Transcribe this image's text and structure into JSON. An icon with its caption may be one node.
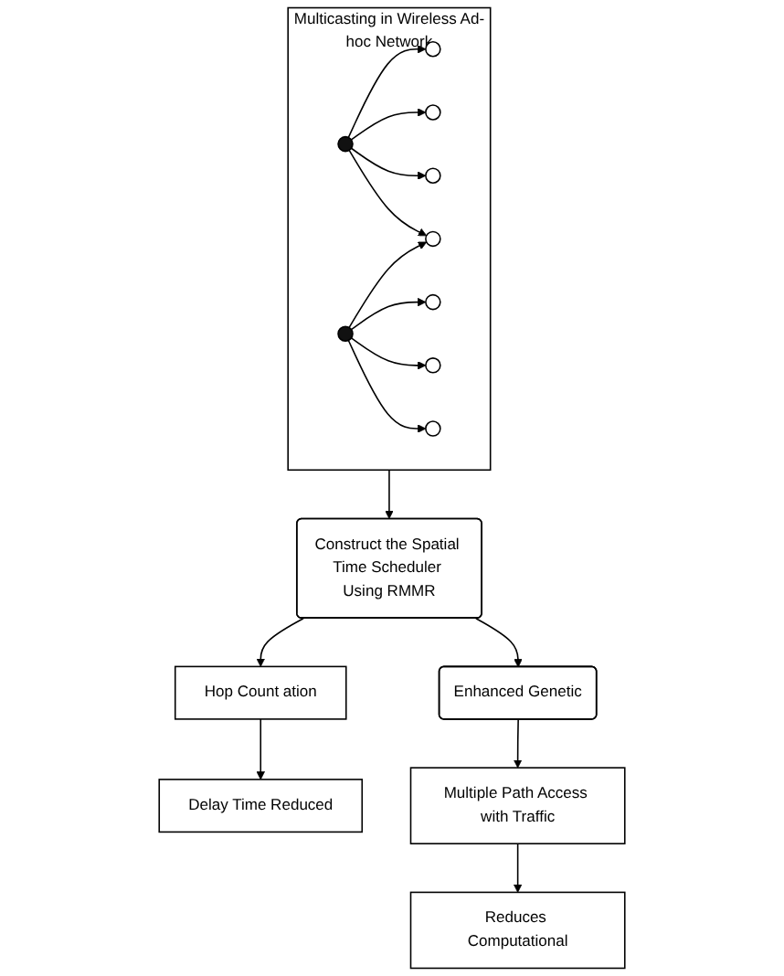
{
  "diagram": {
    "nodes": [
      {
        "text": [
          "Multicasting in Wireless Ad-hoc Network"
        ]
      },
      {
        "text": [],
        "shape": "circle",
        "in": 0
      },
      {
        "text": [],
        "shape": "circle",
        "in": 0
      },
      {
        "text": [],
        "shape": "circle",
        "in": 0
      },
      {
        "text": [],
        "shape": "circle",
        "in": 0
      },
      {
        "text": [],
        "shape": "circle",
        "in": 0
      },
      {
        "text": [],
        "shape": "circle",
        "in": 0
      },
      {
        "text": [],
        "shape": "circle",
        "in": 0
      },
      {
        "text": [],
        "shape": "circle",
        "in": 0
      },
      {
        "text": [],
        "shape": "circle",
        "in": 0
      },
      {
        "text": [
          "Construct the Spatial Time Scheduler Using RMMR"
        ]
      },
      {
        "text": [
          "Enhanced Genetic"
        ]
      },
      {
        "text": [
          "Hop Count ation"
        ]
      },
      {
        "text": [
          "Delay Time Reduced"
        ]
      },
      {
        "text": [
          "Multiple Path Access with Traffic"
        ]
      },
      {
        "text": [
          "Reduces Computational"
        ]
      }
    ],
    "edges": [
      {
        "from": 1,
        "to": 2,
        "arrow": "to"
      },
      {
        "from": 1,
        "to": 3,
        "arrow": "to"
      },
      {
        "from": 1,
        "to": 4,
        "arrow": "to"
      },
      {
        "from": 1,
        "to": 5,
        "arrow": "to"
      },
      {
        "from": 9,
        "to": 6,
        "arrow": "to"
      },
      {
        "from": 9,
        "to": 7,
        "arrow": "to"
      },
      {
        "from": 9,
        "to": 5,
        "arrow": "to"
      },
      {
        "from": 9,
        "to": 8,
        "arrow": "to"
      },
      {
        "from": 0,
        "to": 10,
        "arrow": "to"
      },
      {
        "from": 10,
        "to": 11,
        "arrow": "to"
      },
      {
        "from": 10,
        "to": 12,
        "arrow": "to"
      },
      {
        "from": 12,
        "to": 13,
        "arrow": "to"
      },
      {
        "from": 11,
        "to": 14,
        "arrow": "to"
      },
      {
        "from": 14,
        "to": 15,
        "arrow": "to"
      }
    ]
  }
}
